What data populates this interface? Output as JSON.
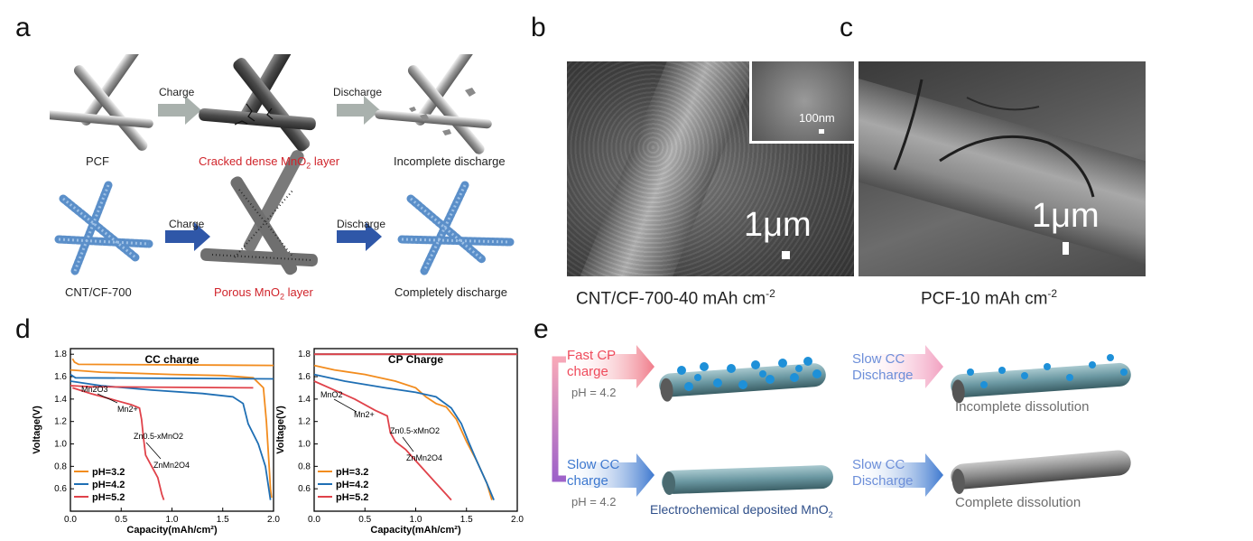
{
  "panels": {
    "a": {
      "letter": "a",
      "row1": {
        "labels": [
          "PCF",
          "Cracked dense MnO",
          "2",
          " layer",
          "Incomplete discharge"
        ],
        "arrow1": "Charge",
        "arrow2": "Discharge"
      },
      "row2": {
        "label_left": "CNT/CF-700",
        "label_mid_pre": "Porous MnO",
        "label_mid_sub": "2",
        "label_mid_post": " layer",
        "label_right": "Completely discharge",
        "arrow1": "Charge",
        "arrow2": "Discharge"
      },
      "colors": {
        "grey_arrow": "#a9b1ad",
        "blue_arrow": "#2f57a8",
        "red_text": "#d0242b",
        "fiber_blue": "#5b8fc9"
      }
    },
    "b": {
      "letter": "b",
      "scale_main": "1μm",
      "scale_inset": "100nm",
      "caption_pre": "CNT/CF-700-40 mAh cm",
      "caption_sup": "-2"
    },
    "c": {
      "letter": "c",
      "scale_main": "1μm",
      "caption_pre": "PCF-10 mAh cm",
      "caption_sup": "-2"
    },
    "d": {
      "letter": "d"
    },
    "e": {
      "letter": "e",
      "top": {
        "left_l1": "Fast CP",
        "left_l2": "charge",
        "ph": "pH = 4.2",
        "mid_l1": "Slow CC",
        "mid_l2": "Discharge",
        "result": "Incomplete dissolution"
      },
      "bottom": {
        "left_l1": "Slow CC",
        "left_l2": "charge",
        "ph": "pH = 4.2",
        "mid_l1": "Slow CC",
        "mid_l2": "Discharge",
        "deposit": "Electrochemical deposited MnO",
        "deposit_sub": "2",
        "result": "Complete dissolution"
      },
      "colors": {
        "red": "#ef4b5c",
        "blue": "#3d78cf",
        "purple": "#9e62c9",
        "grey_text": "#6d6d6d"
      }
    }
  },
  "chart_data": [
    {
      "type": "line",
      "title": "CC charge",
      "xlabel": "Capacity(mAh/cm²)",
      "ylabel": "Voltage(V)",
      "xlim": [
        0,
        2.0
      ],
      "ylim": [
        0.4,
        1.85
      ],
      "xticks": [
        "0.0",
        "0.5",
        "1.0",
        "1.5",
        "2.0"
      ],
      "yticks": [
        "0.6",
        "0.8",
        "1.0",
        "1.2",
        "1.4",
        "1.6",
        "1.8"
      ],
      "legend": [
        "pH=3.2",
        "pH=4.2",
        "pH=5.2"
      ],
      "legend_position": "bottom-left",
      "annotations": [
        "Mn2O3",
        "Mn2+",
        "Zn0.5-xMnO2",
        "ZnMn2O4"
      ],
      "series": [
        {
          "name": "pH=3.2",
          "color": "#f28c1e",
          "charge": [
            [
              0.02,
              1.76
            ],
            [
              0.04,
              1.73
            ],
            [
              0.08,
              1.71
            ],
            [
              2.0,
              1.7
            ]
          ],
          "discharge": [
            [
              0.0,
              1.66
            ],
            [
              0.3,
              1.64
            ],
            [
              1.0,
              1.62
            ],
            [
              1.5,
              1.61
            ],
            [
              1.8,
              1.59
            ],
            [
              1.9,
              1.5
            ],
            [
              1.93,
              1.2
            ],
            [
              1.95,
              0.9
            ],
            [
              1.97,
              0.6
            ],
            [
              1.98,
              0.52
            ]
          ]
        },
        {
          "name": "pH=4.2",
          "color": "#1f6fb4",
          "charge": [
            [
              0.0,
              1.62
            ],
            [
              0.05,
              1.59
            ],
            [
              2.0,
              1.58
            ]
          ],
          "discharge": [
            [
              0.0,
              1.56
            ],
            [
              0.3,
              1.52
            ],
            [
              0.8,
              1.48
            ],
            [
              1.3,
              1.45
            ],
            [
              1.6,
              1.42
            ],
            [
              1.7,
              1.36
            ],
            [
              1.75,
              1.18
            ],
            [
              1.85,
              1.0
            ],
            [
              1.92,
              0.8
            ],
            [
              1.95,
              0.62
            ],
            [
              1.97,
              0.5
            ]
          ]
        },
        {
          "name": "pH=5.2",
          "color": "#e0424a",
          "charge": [
            [
              0.0,
              1.52
            ],
            [
              0.2,
              1.51
            ],
            [
              1.8,
              1.5
            ]
          ],
          "discharge": [
            [
              0.02,
              1.5
            ],
            [
              0.2,
              1.45
            ],
            [
              0.4,
              1.4
            ],
            [
              0.6,
              1.35
            ],
            [
              0.68,
              1.32
            ],
            [
              0.7,
              1.22
            ],
            [
              0.72,
              1.05
            ],
            [
              0.74,
              0.9
            ],
            [
              0.8,
              0.8
            ],
            [
              0.86,
              0.7
            ],
            [
              0.9,
              0.55
            ],
            [
              0.92,
              0.5
            ]
          ]
        }
      ]
    },
    {
      "type": "line",
      "title": "CP Charge",
      "xlabel": "Capacity(mAh/cm²)",
      "ylabel": "Voltage(V)",
      "xlim": [
        0,
        2.0
      ],
      "ylim": [
        0.4,
        1.85
      ],
      "xticks": [
        "0.0",
        "0.5",
        "1.0",
        "1.5",
        "2.0"
      ],
      "yticks": [
        "0.6",
        "0.8",
        "1.0",
        "1.2",
        "1.4",
        "1.6",
        "1.8"
      ],
      "legend": [
        "pH=3.2",
        "pH=4.2",
        "pH=5.2"
      ],
      "legend_position": "bottom-left",
      "annotations": [
        "MnO2",
        "Mn2+",
        "Zn0.5-xMnO2",
        "ZnMn2O4"
      ],
      "series": [
        {
          "name": "pH=3.2",
          "color": "#f28c1e",
          "charge": [
            [
              0.0,
              1.8
            ],
            [
              2.0,
              1.8
            ]
          ],
          "discharge": [
            [
              0.0,
              1.7
            ],
            [
              0.2,
              1.66
            ],
            [
              0.5,
              1.62
            ],
            [
              0.8,
              1.56
            ],
            [
              1.0,
              1.5
            ],
            [
              1.1,
              1.42
            ],
            [
              1.2,
              1.36
            ],
            [
              1.3,
              1.33
            ],
            [
              1.4,
              1.22
            ],
            [
              1.5,
              1.02
            ],
            [
              1.6,
              0.85
            ],
            [
              1.7,
              0.65
            ],
            [
              1.75,
              0.5
            ]
          ]
        },
        {
          "name": "pH=4.2",
          "color": "#1f6fb4",
          "charge": [
            [
              0.0,
              1.8
            ],
            [
              2.0,
              1.8
            ]
          ],
          "discharge": [
            [
              0.0,
              1.62
            ],
            [
              0.3,
              1.56
            ],
            [
              0.7,
              1.5
            ],
            [
              1.0,
              1.46
            ],
            [
              1.2,
              1.42
            ],
            [
              1.35,
              1.32
            ],
            [
              1.45,
              1.18
            ],
            [
              1.52,
              1.02
            ],
            [
              1.6,
              0.85
            ],
            [
              1.7,
              0.65
            ],
            [
              1.77,
              0.5
            ]
          ]
        },
        {
          "name": "pH=5.2",
          "color": "#e0424a",
          "charge": [
            [
              0.0,
              1.8
            ],
            [
              2.0,
              1.8
            ]
          ],
          "discharge": [
            [
              0.0,
              1.56
            ],
            [
              0.2,
              1.48
            ],
            [
              0.4,
              1.4
            ],
            [
              0.6,
              1.3
            ],
            [
              0.72,
              1.25
            ],
            [
              0.75,
              1.1
            ],
            [
              0.8,
              1.02
            ],
            [
              0.9,
              0.95
            ],
            [
              1.0,
              0.85
            ],
            [
              1.1,
              0.75
            ],
            [
              1.2,
              0.65
            ],
            [
              1.3,
              0.55
            ],
            [
              1.35,
              0.5
            ]
          ]
        }
      ]
    }
  ]
}
